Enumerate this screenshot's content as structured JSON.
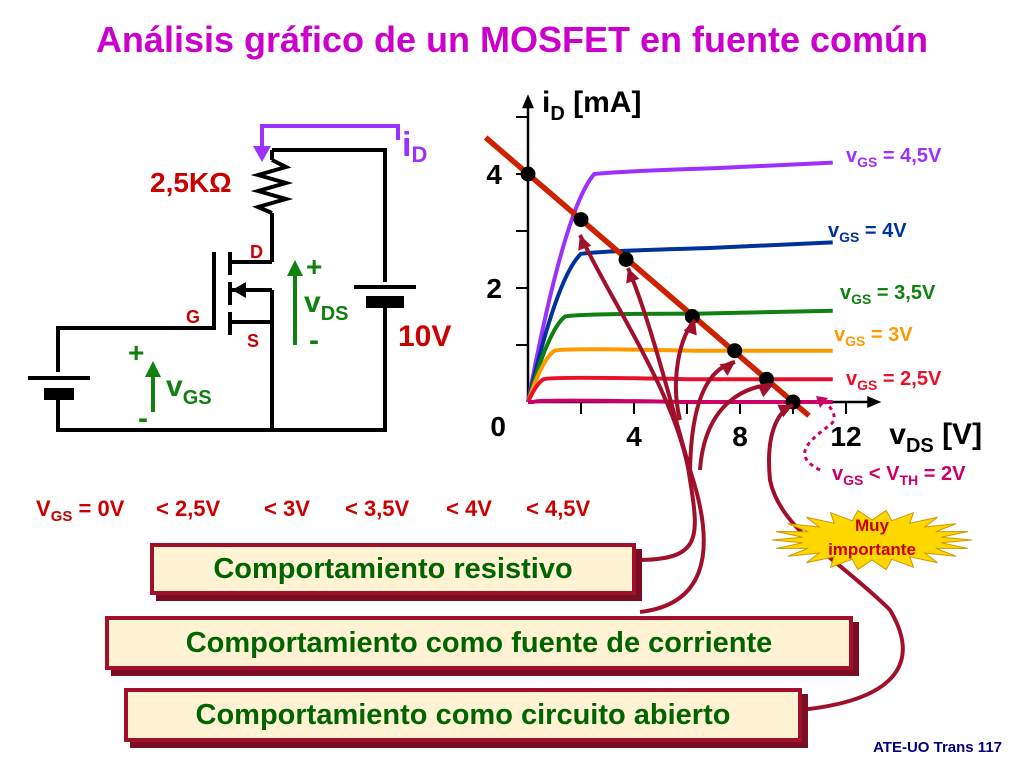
{
  "title": "Análisis gráfico de un MOSFET en fuente común",
  "circuit": {
    "resistor_label": "2,5KΩ",
    "id_main": "i",
    "id_sub": "D",
    "drain": "D",
    "gate": "G",
    "source": "S",
    "vds_plus": "+",
    "vds_main": "v",
    "vds_sub": "DS",
    "vds_minus": "-",
    "supply": "10V",
    "vgs_plus": "+",
    "vgs_main": "v",
    "vgs_sub": "GS",
    "vgs_minus": "-"
  },
  "vgs_sequence": {
    "prefix_main": "V",
    "prefix_sub": "GS",
    "first": " = 0V",
    "items": [
      "< 2,5V",
      "< 3V",
      "< 3,5V",
      "< 4V",
      "< 4,5V"
    ]
  },
  "chart_data": {
    "type": "line",
    "title": "",
    "x_label_main": "v",
    "x_label_sub": "DS",
    "x_label_unit": " [V]",
    "y_label_main": "i",
    "y_label_sub": "D",
    "y_label_unit": " [mA]",
    "x_ticks": [
      "4",
      "8",
      "12"
    ],
    "y_ticks": [
      "2",
      "4"
    ],
    "origin_label": "0",
    "xlim": [
      0,
      12.5
    ],
    "ylim": [
      0,
      5.4
    ],
    "series": [
      {
        "name": "vGS = 4,5V",
        "label_main": "v",
        "label_sub": "GS",
        "label_rest": " = 4,5V",
        "color": "#9b30ff",
        "knee": [
          2.5,
          4.0
        ],
        "end": [
          11.5,
          4.2
        ]
      },
      {
        "name": "vGS = 4V",
        "label_main": "v",
        "label_sub": "GS",
        "label_rest": " = 4V",
        "color": "#003399",
        "knee": [
          2.0,
          2.6
        ],
        "end": [
          11.5,
          2.8
        ]
      },
      {
        "name": "vGS = 3,5V",
        "label_main": "v",
        "label_sub": "GS",
        "label_rest": " = 3,5V",
        "color": "#108010",
        "knee": [
          1.4,
          1.5
        ],
        "end": [
          11.5,
          1.6
        ]
      },
      {
        "name": "vGS = 3V",
        "label_main": "v",
        "label_sub": "GS",
        "label_rest": " = 3V",
        "color": "#ff9900",
        "knee": [
          1.0,
          0.9
        ],
        "end": [
          11.5,
          0.9
        ]
      },
      {
        "name": "vGS = 2,5V",
        "label_main": "v",
        "label_sub": "GS",
        "label_rest": " = 2,5V",
        "color": "#e8102a",
        "knee": [
          0.6,
          0.4
        ],
        "end": [
          11.5,
          0.4
        ]
      },
      {
        "name": "vGS < VTH = 2V",
        "label_main": "v",
        "label_sub": "GS",
        "label_rest": " < V",
        "label_sub2": "TH",
        "label_tail": " = 2V",
        "color": "#cc0066",
        "knee": [
          0.2,
          0.0
        ],
        "end": [
          11.5,
          0.0
        ]
      }
    ],
    "load_line": {
      "x": [
        0,
        10
      ],
      "y": [
        4,
        0
      ],
      "color": "#cc2200"
    },
    "operating_points": [
      {
        "x": 0,
        "y": 4
      },
      {
        "x": 2.0,
        "y": 3.2
      },
      {
        "x": 3.7,
        "y": 2.5
      },
      {
        "x": 6.2,
        "y": 1.5
      },
      {
        "x": 7.8,
        "y": 0.9
      },
      {
        "x": 9.0,
        "y": 0.4
      },
      {
        "x": 10,
        "y": 0
      }
    ]
  },
  "badge": {
    "line1": "Muy",
    "line2": "importante",
    "color": "#ffd700",
    "text_color": "#cc0000"
  },
  "boxes": {
    "resistivo": "Comportamiento resistivo",
    "fuente": "Comportamiento como fuente de corriente",
    "abierto": "Comportamiento como circuito abierto"
  },
  "footer": "ATE-UO Trans 117",
  "colors": {
    "title": "#cc00cc",
    "circuit_label": "#cc0000",
    "voltage": "#006400",
    "arrow": "#9b30ff",
    "box_border": "#a0102a",
    "box_text": "#006400",
    "connector": "#a0102a"
  }
}
